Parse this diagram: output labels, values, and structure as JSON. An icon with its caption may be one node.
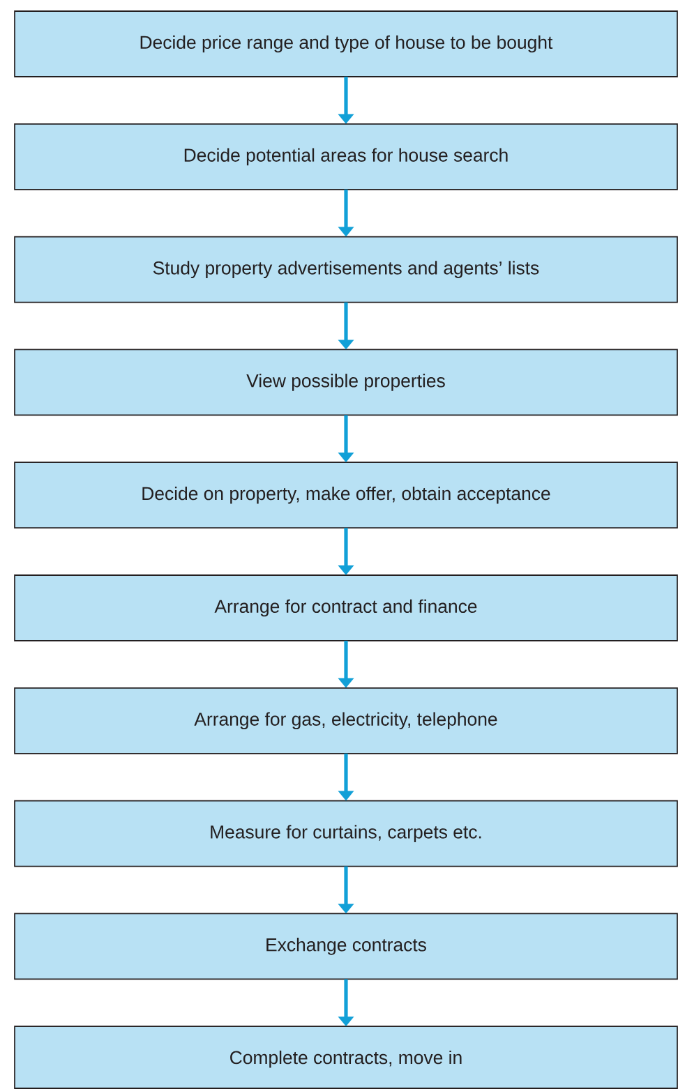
{
  "diagram": {
    "nodes": [
      {
        "text": [
          "Decide price range and type of house to be bought"
        ]
      },
      {
        "text": [
          "Decide potential areas for house search"
        ]
      },
      {
        "text": [
          "Study property advertisements and agents’ lists"
        ]
      },
      {
        "text": [
          "View possible properties"
        ]
      },
      {
        "text": [
          "Decide on property, make offer, obtain acceptance"
        ]
      },
      {
        "text": [
          "Arrange for contract and finance"
        ]
      },
      {
        "text": [
          "Arrange for gas, electricity, telephone"
        ]
      },
      {
        "text": [
          "Measure for curtains, carpets etc."
        ]
      },
      {
        "text": [
          "Exchange contracts"
        ]
      },
      {
        "text": [
          "Complete contracts, move in"
        ]
      }
    ],
    "edges": [
      {
        "from": 0,
        "to": 1,
        "arrow": "to"
      },
      {
        "from": 1,
        "to": 2,
        "arrow": "to"
      },
      {
        "from": 2,
        "to": 3,
        "arrow": "to"
      },
      {
        "from": 3,
        "to": 4,
        "arrow": "to"
      },
      {
        "from": 4,
        "to": 5,
        "arrow": "to"
      },
      {
        "from": 5,
        "to": 6,
        "arrow": "to"
      },
      {
        "from": 6,
        "to": 7,
        "arrow": "to"
      },
      {
        "from": 7,
        "to": 8,
        "arrow": "to"
      },
      {
        "from": 8,
        "to": 9,
        "arrow": "to"
      }
    ]
  }
}
